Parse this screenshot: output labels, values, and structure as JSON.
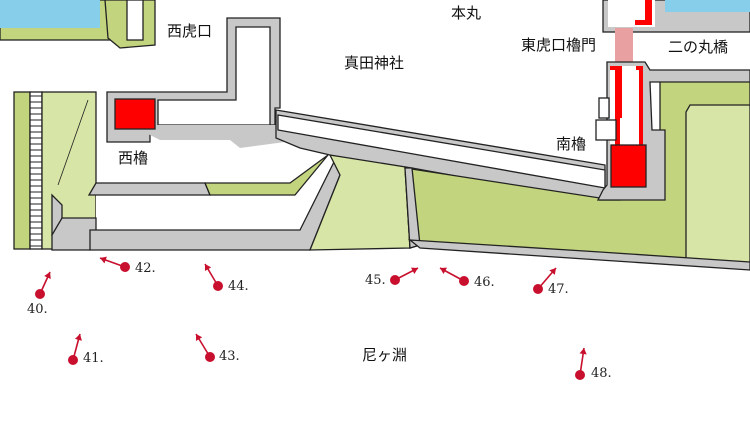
{
  "labels": {
    "west_tiger_gate": "西虎口",
    "honmaru": "本丸",
    "east_tiger_gate": "東虎口櫓門",
    "ninomaru_bridge": "二の丸橋",
    "sanada_shrine": "真田神社",
    "west_turret": "西櫓",
    "south_turret": "南櫓",
    "amagafuchi": "尼ヶ淵"
  },
  "photo_points": [
    "40.",
    "41.",
    "42.",
    "43.",
    "44.",
    "45.",
    "46.",
    "47.",
    "48."
  ],
  "colors": {
    "moat": "#87ceeb",
    "grass": "#c2d47d",
    "grass_light": "#d7e5a6",
    "wall": "#c8c8c8",
    "turret": "#ff0000",
    "gate": "#e8a0a0",
    "marker": "#c8102e"
  }
}
